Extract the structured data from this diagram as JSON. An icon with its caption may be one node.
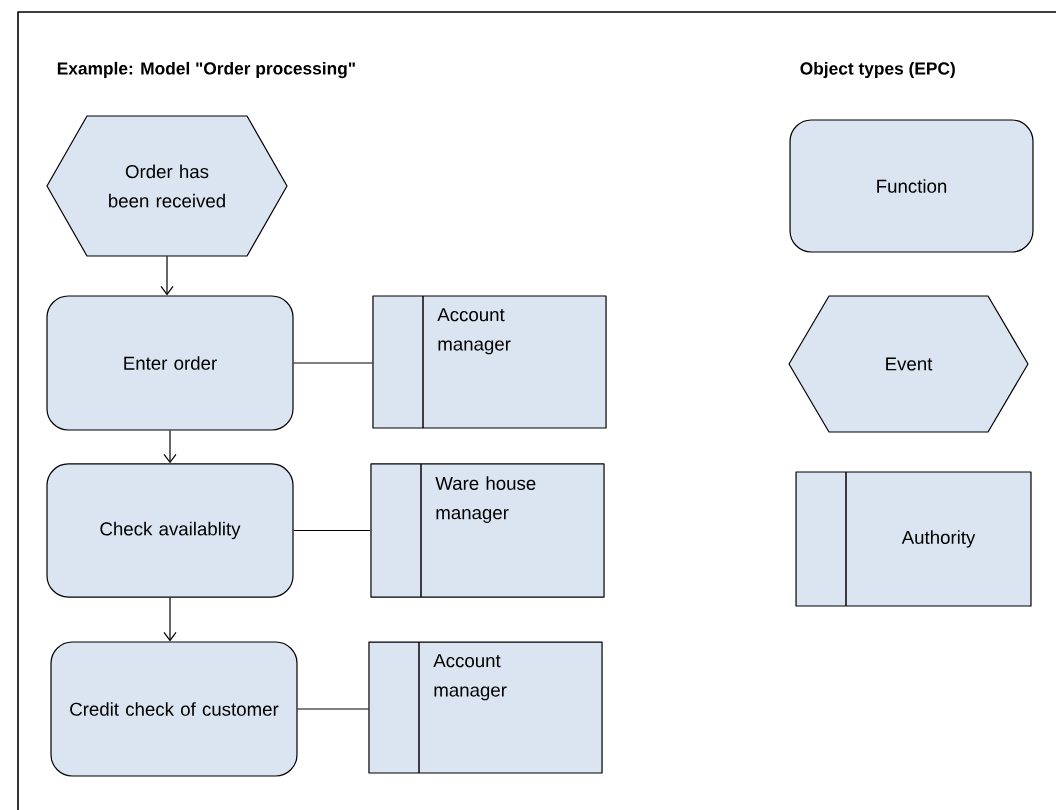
{
  "diagram": {
    "title": "Example: Model \"Order processing\"",
    "nodes": [
      {
        "text": [
          "Order has been received"
        ]
      },
      {
        "text": [
          "Enter order"
        ]
      },
      {
        "text": [
          "Account manager"
        ]
      },
      {
        "text": [
          "Check availablity"
        ]
      },
      {
        "text": [
          "Ware house manager"
        ]
      },
      {
        "text": [
          "Credit check of customer"
        ]
      },
      {
        "text": [
          "Account manager"
        ]
      },
      {
        "text": [
          "Function"
        ]
      },
      {
        "text": [
          "Event"
        ]
      },
      {
        "text": [
          "Authority"
        ]
      }
    ],
    "edges": [
      {
        "from": 0,
        "to": 1,
        "arrow": "to"
      },
      {
        "from": 1,
        "to": 2,
        "arrow": "none"
      },
      {
        "from": 1,
        "to": 3,
        "arrow": "to"
      },
      {
        "from": 3,
        "to": 4,
        "arrow": "none"
      },
      {
        "from": 3,
        "to": 5,
        "arrow": "to"
      },
      {
        "from": 5,
        "to": 6,
        "arrow": "none"
      }
    ],
    "labels": [
      "Object types (EPC)"
    ]
  }
}
